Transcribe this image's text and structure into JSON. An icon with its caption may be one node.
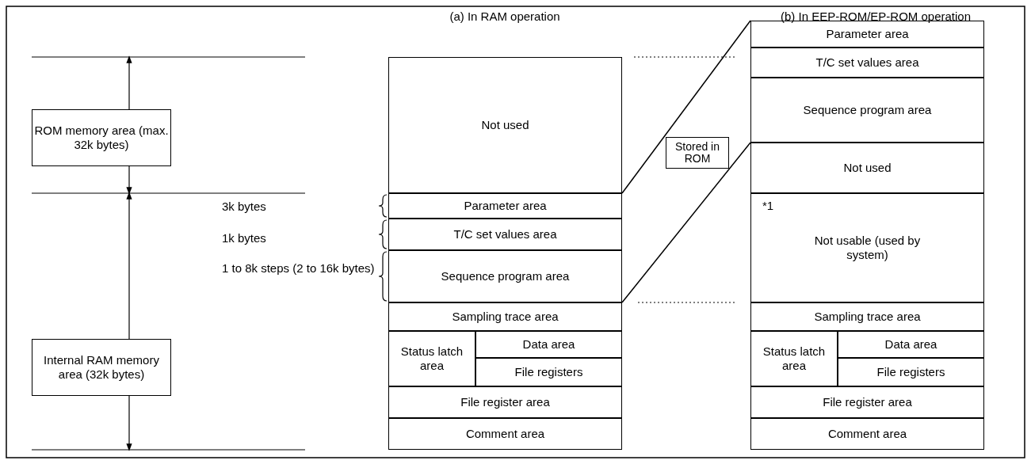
{
  "diagram": {
    "nodes": [
      {
        "text": [
          "ROM memory area (max. 32k bytes)"
        ]
      },
      {
        "text": [
          "Internal RAM memory area (32k bytes)"
        ]
      },
      {
        "text": [
          "Not used"
        ]
      },
      {
        "text": [
          "Parameter area"
        ]
      },
      {
        "text": [
          "T/C set values area"
        ]
      },
      {
        "text": [
          "Sequence program area"
        ]
      },
      {
        "text": [
          "Sampling trace area"
        ]
      },
      {
        "text": [
          "Status latch area"
        ]
      },
      {
        "text": [
          "Data area"
        ]
      },
      {
        "text": [
          "File registers"
        ]
      },
      {
        "text": [
          "File register area"
        ]
      },
      {
        "text": [
          "Comment area"
        ]
      },
      {
        "text": [
          "Stored in ROM"
        ]
      },
      {
        "text": [
          "Parameter area"
        ]
      },
      {
        "text": [
          "T/C set values area"
        ]
      },
      {
        "text": [
          "Sequence program area"
        ]
      },
      {
        "text": [
          "Not used"
        ]
      },
      {
        "text": [
          "*1",
          "Not usable (used by system)"
        ]
      },
      {
        "text": [
          "Sampling trace area"
        ]
      },
      {
        "text": [
          "Status latch area"
        ]
      },
      {
        "text": [
          "Data area"
        ]
      },
      {
        "text": [
          "File registers"
        ]
      },
      {
        "text": [
          "File register area"
        ]
      },
      {
        "text": [
          "Comment area"
        ]
      }
    ],
    "edges": [
      {
        "from": 3,
        "to": 13,
        "arrow": "none"
      },
      {
        "from": 5,
        "to": 15,
        "arrow": "none"
      }
    ],
    "labels": [
      "(a) In RAM operation",
      "(b) In EEP-ROM/EP-ROM operation",
      "3k bytes",
      "1k bytes",
      "1 to 8k steps (2 to 16k bytes)"
    ]
  }
}
